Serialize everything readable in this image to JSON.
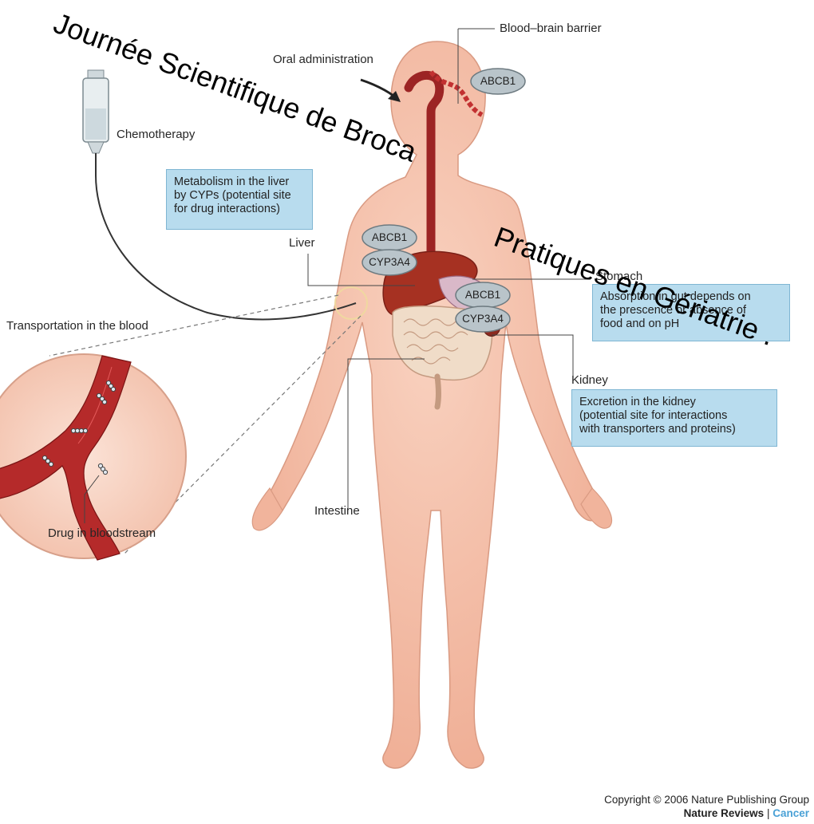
{
  "watermark": {
    "line1": "Journée Scientifique de Broca",
    "line2": "Pratiques en Gériatrie ."
  },
  "labels": {
    "blood_brain_barrier": "Blood–brain barrier",
    "oral_administration": "Oral administration",
    "chemotherapy": "Chemotherapy",
    "liver": "Liver",
    "stomach": "Stomach",
    "kidney": "Kidney",
    "transportation": "Transportation in the blood",
    "drug_in_bloodstream": "Drug in bloodstream",
    "intestine": "Intestine"
  },
  "ovals": {
    "brain_abcb1": "ABCB1",
    "liver_abcb1": "ABCB1",
    "liver_cyp3a4": "CYP3A4",
    "gut_abcb1": "ABCB1",
    "gut_cyp3a4": "CYP3A4"
  },
  "boxes": {
    "liver_metabolism": [
      "Metabolism in the liver",
      "by CYPs (potential site",
      "for drug interactions)"
    ],
    "absorption": [
      "Absorption in gut depends on",
      "the prescence or absence of",
      "food and on pH"
    ],
    "excretion": [
      "Excretion in the kidney",
      "(potential site for interactions",
      "with transporters and proteins)"
    ]
  },
  "copyright": {
    "line": "Copyright © 2006 Nature Publishing Group",
    "brand": "Nature Reviews",
    "separator": "|",
    "journal": "Cancer"
  },
  "colors": {
    "skin": "#f3b8a0",
    "skin_outline": "#d99a82",
    "blood": "#b52a2a",
    "liver": "#a63122",
    "intestine": "#f0dcc8",
    "info_box": "#b8dcee",
    "oval": "#b9c4ca",
    "accent": "#4aa1d6"
  }
}
